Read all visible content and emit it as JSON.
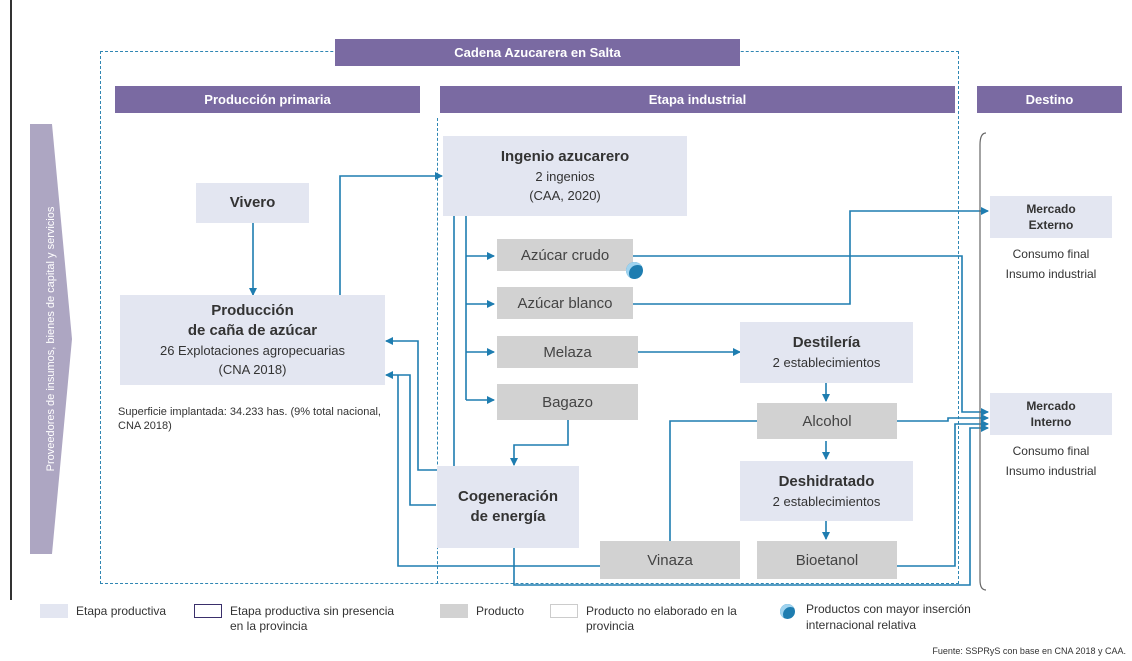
{
  "headers": {
    "main": "Cadena Azucarera en Salta",
    "primary": "Producción primaria",
    "industrial": "Etapa industrial",
    "destination": "Destino"
  },
  "side_label": "Proveedores de insumos, bienes de capital y servicios",
  "nodes": {
    "vivero": "Vivero",
    "produccion": {
      "title_1": "Producción",
      "title_2": "de caña de azúcar",
      "line_1": "26 Explotaciones agropecuarias",
      "line_2": "(CNA 2018)"
    },
    "superficie": "Superficie implantada: 34.233 has. (9% total nacional, CNA 2018)",
    "ingenio": {
      "title": "Ingenio azucarero",
      "line_1": "2 ingenios",
      "line_2": "(CAA, 2020)"
    },
    "cogeneracion": {
      "title_1": "Cogeneración",
      "title_2": "de energía"
    },
    "destileria": {
      "title": "Destilería",
      "line_1": "2 establecimientos"
    },
    "deshidratado": {
      "title": "Deshidratado",
      "line_1": "2 establecimientos"
    }
  },
  "products": {
    "azucar_crudo": "Azúcar crudo",
    "azucar_blanco": "Azúcar blanco",
    "melaza": "Melaza",
    "bagazo": "Bagazo",
    "alcohol": "Alcohol",
    "vinaza": "Vinaza",
    "bioetanol": "Bioetanol"
  },
  "destinations": {
    "externo": {
      "title_1": "Mercado",
      "title_2": "Externo",
      "line_1": "Consumo final",
      "line_2": "Insumo industrial"
    },
    "interno": {
      "title_1": "Mercado",
      "title_2": "Interno",
      "line_1": "Consumo final",
      "line_2": "Insumo industrial"
    }
  },
  "legend": {
    "etapa": "Etapa productiva",
    "etapa_sin_1": "Etapa productiva sin presencia",
    "etapa_sin_2": "en la provincia",
    "producto": "Producto",
    "producto_no_1": "Producto no elaborado en la",
    "producto_no_2": "provincia",
    "insercion_1": "Productos con mayor inserción",
    "insercion_2": "internacional relativa"
  },
  "source": "Fuente: SSPRyS con base en CNA 2018 y CAA.",
  "colors": {
    "header": "#7a6aa2",
    "stage": "#e3e6f1",
    "product": "#d2d2d2",
    "arrow": "#1e7db0",
    "dashed": "#2f86b3"
  },
  "icons": {
    "international_marker": "globe-dot-icon"
  }
}
